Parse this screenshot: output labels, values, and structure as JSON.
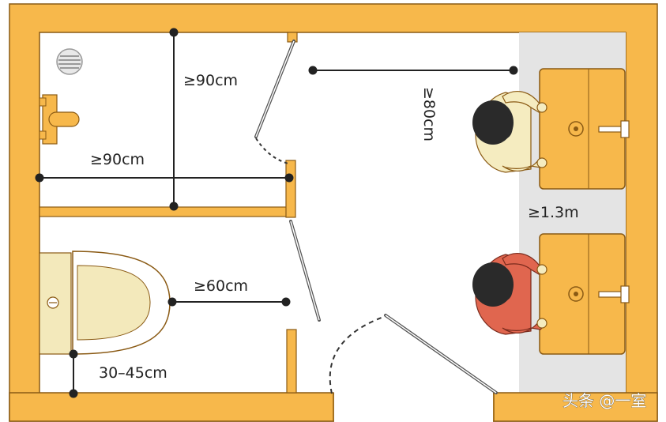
{
  "dimensions": {
    "shower_width": "≥90cm",
    "shower_depth": "≥90cm",
    "aisle_depth": "≥80cm",
    "toilet_clearance": "≥60cm",
    "toilet_side": "30–45cm",
    "sink_width": "≥1.3m"
  },
  "watermark": {
    "text": "头条 @一室"
  },
  "colors": {
    "wall": "#f7b84b",
    "wall_outline": "#8a5a14",
    "floor": "#ffffff",
    "vanity_area": "#e4e4e4",
    "person_head": "#2a2a2a",
    "person_1_shirt": "#f5ecc0",
    "person_2_shirt": "#e0664f",
    "toilet_base": "#f3e9bb"
  }
}
